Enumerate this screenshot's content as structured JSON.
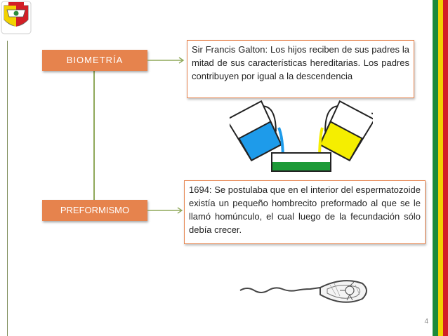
{
  "slide": {
    "page_number": "4",
    "colors": {
      "accent": "#e6834d",
      "connector": "#8fa85a",
      "stripe_green": "#1c8a3a",
      "stripe_yellow": "#f2d200",
      "stripe_red": "#d21f26",
      "liquid_blue": "#1e9bea",
      "liquid_yellow": "#f5ee00",
      "liquid_green": "#1d9a38"
    }
  },
  "concepts": [
    {
      "label": "BIOMETRÍA",
      "description": "Sir Francis Galton: Los hijos reciben de sus padres la mitad de sus características hereditarias. Los padres contribuyen por igual a la descendencia"
    },
    {
      "label": "PREFORMISMO",
      "description": "1694: Se postulaba que en el interior del espermatozoide existía un pequeño hombrecito preformado al que se le llamó homúnculo, el cual luego de la fecundación sólo debía crecer."
    }
  ],
  "icons": {
    "logo": "crest-logo",
    "illustration_1": "pouring-jugs",
    "illustration_2": "homunculus-sperm"
  }
}
